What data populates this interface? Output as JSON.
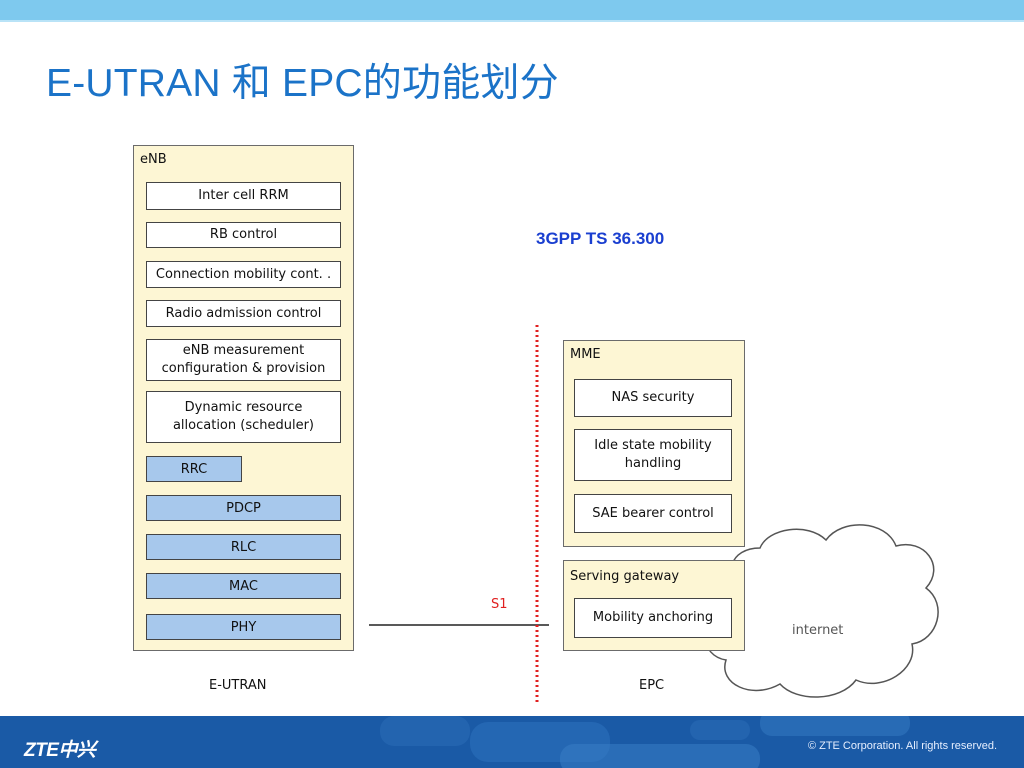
{
  "slide": {
    "title": "E-UTRAN 和 EPC的功能划分",
    "reference": "3GPP TS 36.300"
  },
  "enb": {
    "label": "eNB",
    "functions": [
      "Inter cell RRM",
      "RB control",
      "Connection mobility cont. .",
      "Radio admission control",
      "eNB measurement\nconfiguration & provision",
      "Dynamic resource\nallocation  (scheduler)"
    ],
    "protocols": [
      "RRC",
      "PDCP",
      "RLC",
      "MAC",
      "PHY"
    ],
    "caption": "E-UTRAN"
  },
  "mme": {
    "label": "MME",
    "functions": [
      "NAS security",
      "Idle state mobility\nhandling",
      "SAE bearer control"
    ]
  },
  "sgw": {
    "label": "Serving gateway",
    "functions": [
      "Mobility anchoring"
    ]
  },
  "epc": {
    "caption": "EPC"
  },
  "interface": {
    "label": "S1"
  },
  "cloud": {
    "label": "internet"
  },
  "footer": {
    "logo": "ZTE中兴",
    "copyright": "© ZTE Corporation. All rights reserved."
  },
  "colors": {
    "title": "#1b73c8",
    "reference": "#1a3fd0",
    "s1": "#e02020",
    "container": "#fdf6d4",
    "protocol": "#a7c8ec",
    "footer": "#1a5aa6"
  }
}
